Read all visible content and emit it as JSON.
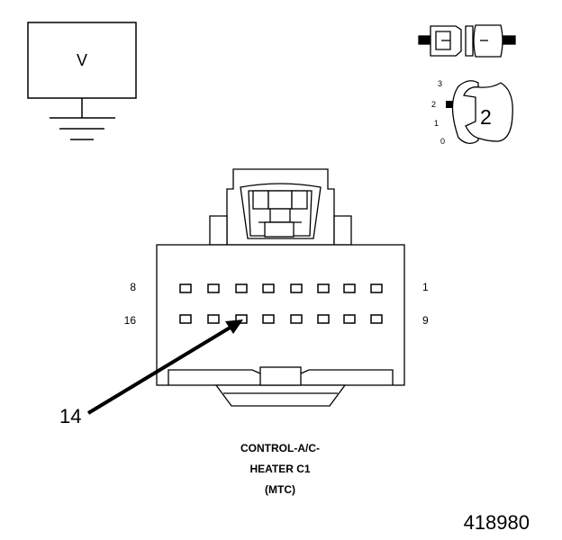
{
  "meter": {
    "label": "V"
  },
  "ignition": {
    "positions": [
      "3",
      "2",
      "1",
      "0"
    ],
    "step_label": "2"
  },
  "connector": {
    "pins_top_row": {
      "left": "8",
      "right": "1"
    },
    "pins_bottom_row": {
      "left": "16",
      "right": "9"
    },
    "callout_pin": "14",
    "caption_line1": "CONTROL-A/C-",
    "caption_line2": "HEATER C1",
    "caption_line3": "(MTC)"
  },
  "figure_id": "418980"
}
